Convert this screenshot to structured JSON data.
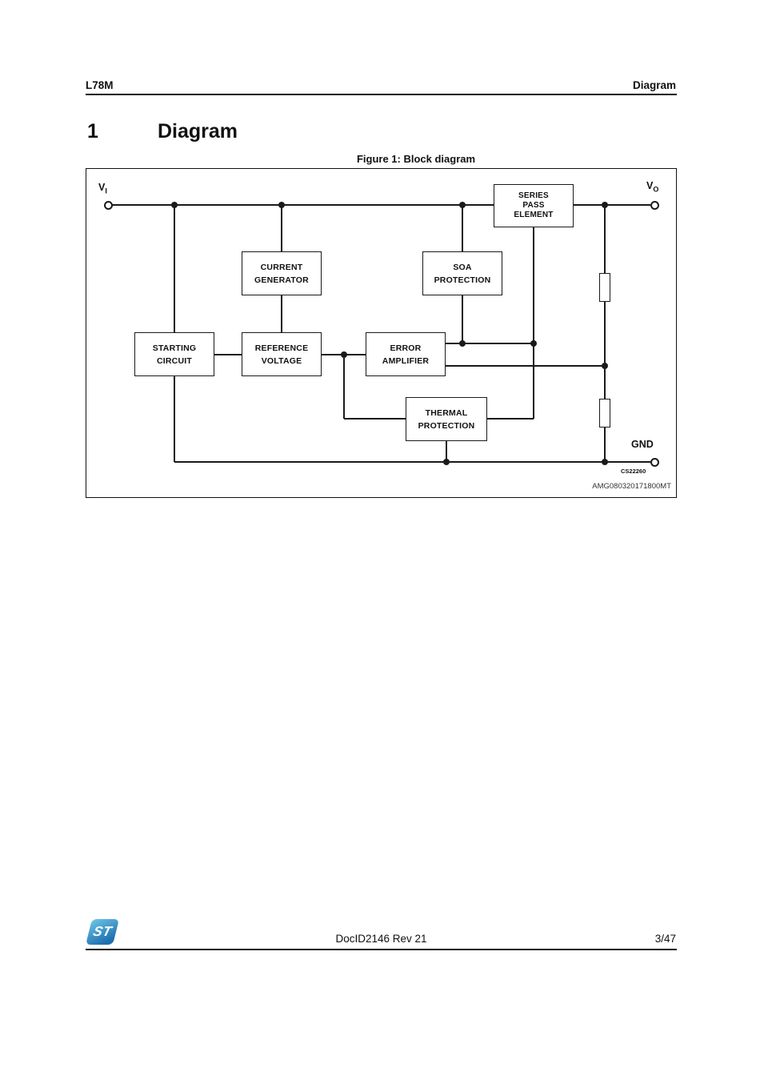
{
  "colors": {
    "st_logo_blue": "#6ec6e8",
    "st_logo_blue_dark": "#1d6fae"
  },
  "header": {
    "product": "L78M",
    "section": "Diagram"
  },
  "section_heading": {
    "number": "1",
    "title": "Diagram"
  },
  "figure": {
    "caption": "Figure 1: Block diagram",
    "drawing_code": "CS22260",
    "watermark": "AMG080320171800MT"
  },
  "diagram": {
    "terminals": {
      "vi": {
        "main": "V",
        "sub": "I"
      },
      "vo": {
        "main": "V",
        "sub": "O"
      },
      "gnd": {
        "label": "GND"
      }
    },
    "blocks": {
      "series_pass": [
        "SERIES",
        "PASS",
        "ELEMENT"
      ],
      "current_generator": [
        "CURRENT",
        "GENERATOR"
      ],
      "soa_protection": [
        "SOA",
        "PROTECTION"
      ],
      "starting_circuit": [
        "STARTING",
        "CIRCUIT"
      ],
      "reference_voltage": [
        "REFERENCE",
        "VOLTAGE"
      ],
      "error_amplifier": [
        "ERROR",
        "AMPLIFIER"
      ],
      "thermal_protection": [
        "THERMAL",
        "PROTECTION"
      ]
    }
  },
  "footer": {
    "logo_text": "ST",
    "doc_id": "DocID2146 Rev 21",
    "page_number": "3/47"
  }
}
